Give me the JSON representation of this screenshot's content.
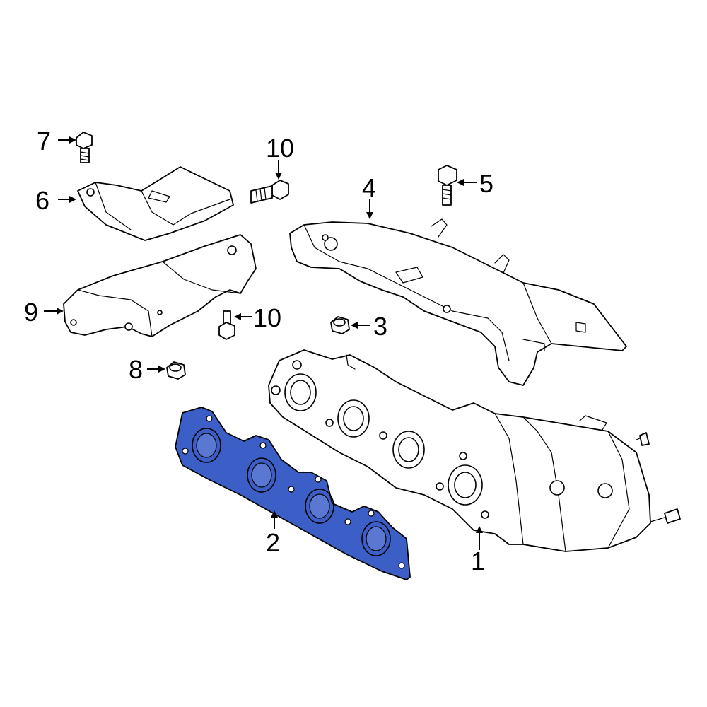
{
  "diagram": {
    "highlight_color": "#3b5fc6",
    "callouts": {
      "c1": "1",
      "c2": "2",
      "c3": "3",
      "c4": "4",
      "c5": "5",
      "c6": "6",
      "c7": "7",
      "c8": "8",
      "c9": "9",
      "c10a": "10",
      "c10b": "10"
    }
  }
}
